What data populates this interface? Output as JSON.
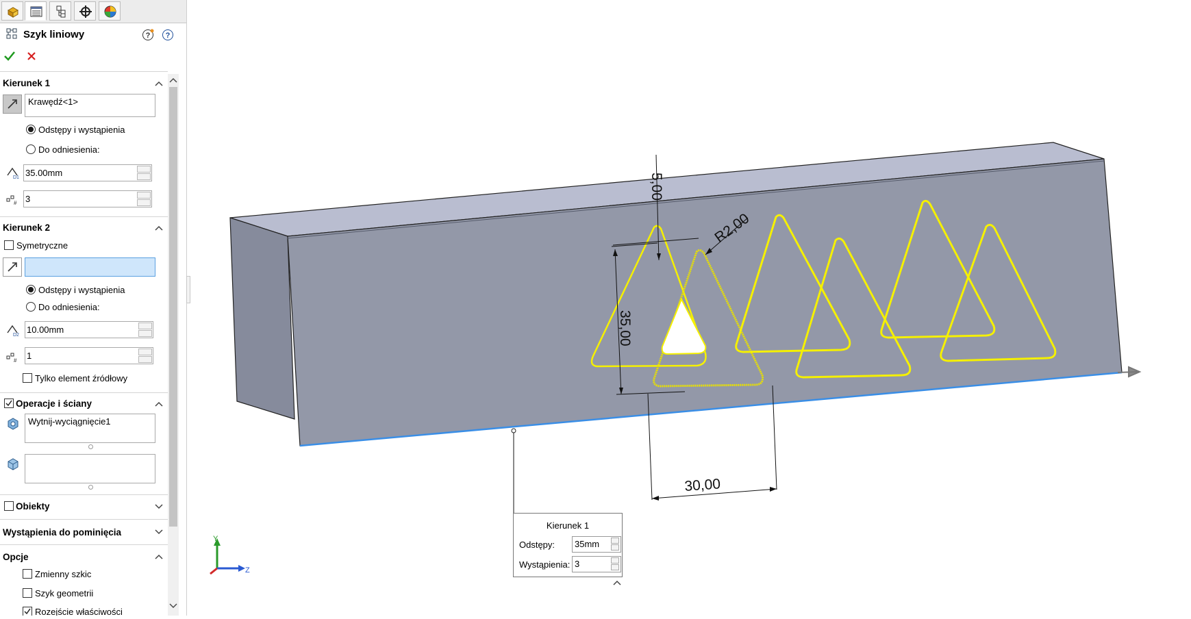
{
  "property_manager": {
    "title": "Szyk liniowy",
    "direction1": {
      "title": "Kierunek 1",
      "edge_value": "Krawędź<1>",
      "option_spacing": "Odstępy i wystąpienia",
      "option_reference": "Do odniesienia:",
      "spacing": "35.00mm",
      "instances": "3"
    },
    "direction2": {
      "title": "Kierunek 2",
      "symmetric": "Symetryczne",
      "option_spacing": "Odstępy i wystąpienia",
      "option_reference": "Do odniesienia:",
      "spacing": "10.00mm",
      "instances": "1",
      "seed_only": "Tylko element źródłowy"
    },
    "features": {
      "title": "Operacje i ściany",
      "feature_value": "Wytnij-wyciągnięcie1"
    },
    "bodies": {
      "title": "Obiekty"
    },
    "skip": {
      "title": "Wystąpienia do pominięcia"
    },
    "options": {
      "title": "Opcje",
      "varying_sketch": "Zmienny szkic",
      "geometry_pattern": "Szyk geometrii",
      "propagate": "Rozejście właściwości"
    }
  },
  "viewport": {
    "dim_top": "5,00",
    "dim_radius": "R2,00",
    "dim_height": "35,00",
    "dim_width": "30,00",
    "callout": {
      "title": "Kierunek 1",
      "spacing_label": "Odstępy:",
      "spacing_value": "35mm",
      "instances_label": "Wystąpienia:",
      "instances_value": "3"
    },
    "triad": {
      "y": "Y",
      "z": "Z"
    }
  },
  "colors": {
    "sheet_face": "#9398a8",
    "sheet_top": "#b9bdd0",
    "highlight_yellow": "#f5f000",
    "edge_blue": "#3a8ee6",
    "accept_green": "#1f9a1f",
    "cancel_red": "#d62020"
  }
}
